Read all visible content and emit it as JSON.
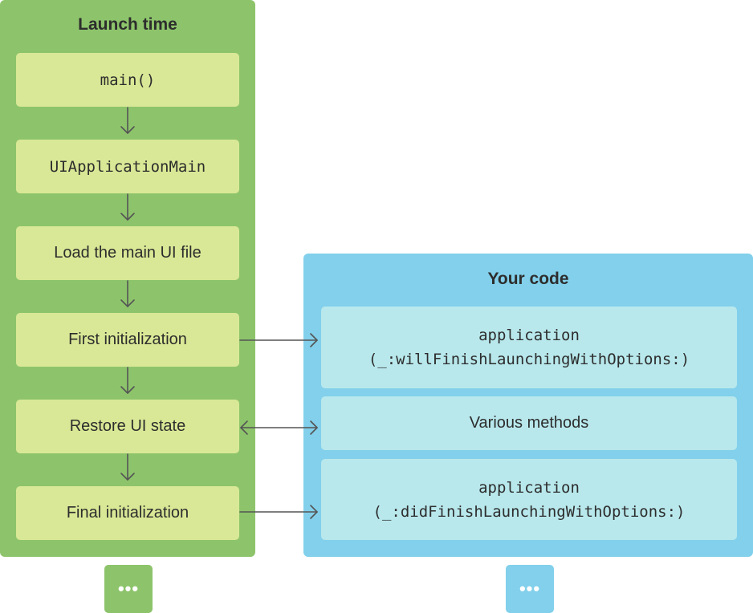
{
  "launch": {
    "title": "Launch time",
    "steps": [
      {
        "label": "main()"
      },
      {
        "label": "UIApplicationMain"
      },
      {
        "label": "Load the main UI file"
      },
      {
        "label": "First initialization"
      },
      {
        "label": "Restore UI state"
      },
      {
        "label": "Final initialization"
      }
    ],
    "more": "•••"
  },
  "your_code": {
    "title": "Your code",
    "items": [
      {
        "line1": "application",
        "line2": "(_:willFinishLaunchingWithOptions:)"
      },
      {
        "label": "Various methods"
      },
      {
        "line1": "application",
        "line2": "(_:didFinishLaunchingWithOptions:)"
      }
    ],
    "more": "•••"
  },
  "colors": {
    "launch_panel": "#8dc46b",
    "launch_step": "#d9e896",
    "code_panel": "#82d0eb",
    "code_item": "#b8e8ec",
    "arrow": "#555555"
  }
}
